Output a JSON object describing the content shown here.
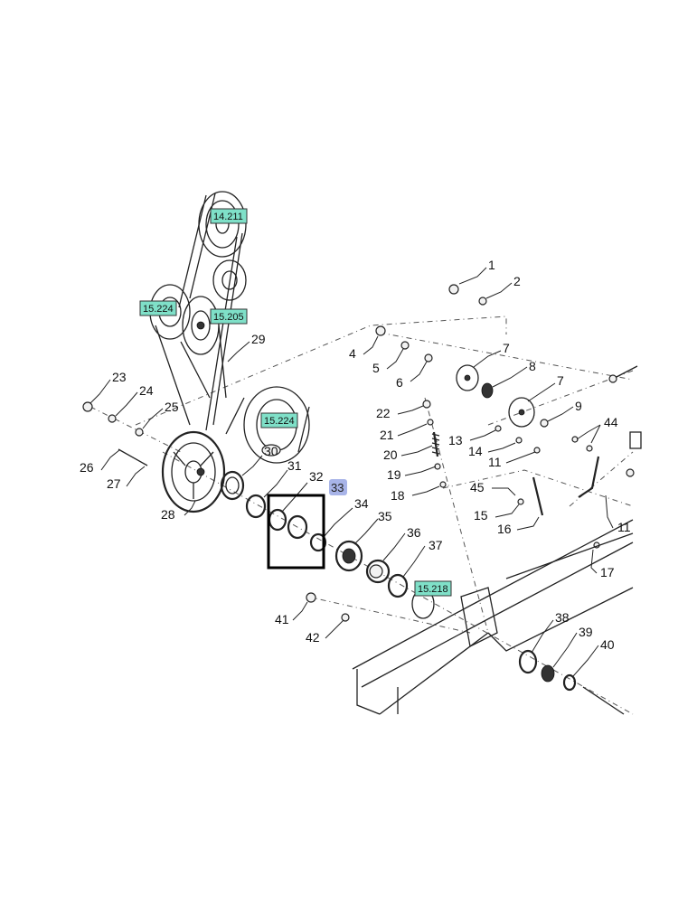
{
  "diagram": {
    "callouts": [
      "1",
      "2",
      "4",
      "5",
      "6",
      "7",
      "8",
      "7",
      "9",
      "13",
      "14",
      "11",
      "44",
      "22",
      "21",
      "20",
      "19",
      "18",
      "45",
      "15",
      "16",
      "11",
      "17",
      "23",
      "24",
      "25",
      "26",
      "27",
      "28",
      "29",
      "30",
      "31",
      "32",
      "34",
      "35",
      "36",
      "37",
      "41",
      "42",
      "38",
      "39",
      "40"
    ],
    "references": [
      "14.211",
      "15.224",
      "15.205",
      "15.224",
      "15.218"
    ],
    "selected_callout": "33",
    "highlight_frame": "parts 32 selection"
  }
}
